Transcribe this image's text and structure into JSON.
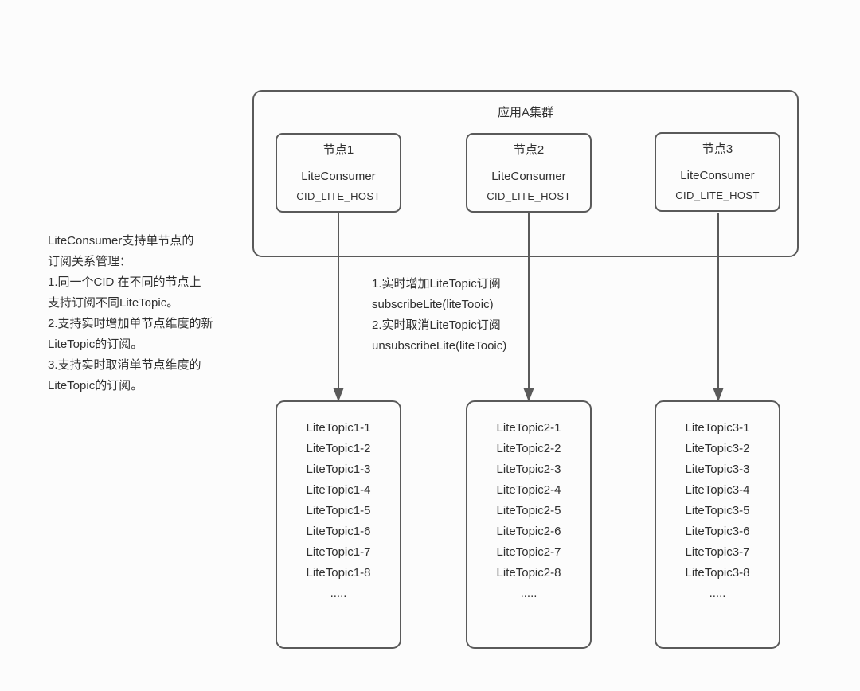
{
  "diagram": {
    "colors": {
      "border": "#5a5a5a",
      "text": "#303030",
      "background": "#fcfcfc"
    },
    "cluster": {
      "title": "应用A集群"
    },
    "nodes": [
      {
        "title": "节点1",
        "consumer": "LiteConsumer",
        "cid": "CID_LITE_HOST"
      },
      {
        "title": "节点2",
        "consumer": "LiteConsumer",
        "cid": "CID_LITE_HOST"
      },
      {
        "title": "节点3",
        "consumer": "LiteConsumer",
        "cid": "CID_LITE_HOST"
      }
    ],
    "side_note": {
      "lines": [
        "LiteConsumer支持单节点的",
        "订阅关系管理：",
        "1.同一个CID 在不同的节点上",
        "支持订阅不同LiteTopic。",
        "2.支持实时增加单节点维度的新",
        "LiteTopic的订阅。",
        "3.支持实时取消单节点维度的",
        "LiteTopic的订阅。"
      ]
    },
    "arrow_note": {
      "lines": [
        "1.实时增加LiteTopic订阅",
        "subscribeLite(liteTooic)",
        "2.实时取消LiteTopic订阅",
        "unsubscribeLite(liteTooic)"
      ]
    },
    "topic_boxes": [
      {
        "topics": [
          "LiteTopic1-1",
          "LiteTopic1-2",
          "LiteTopic1-3",
          "LiteTopic1-4",
          "LiteTopic1-5",
          "LiteTopic1-6",
          "LiteTopic1-7",
          "LiteTopic1-8",
          "....."
        ]
      },
      {
        "topics": [
          "LiteTopic2-1",
          "LiteTopic2-2",
          "LiteTopic2-3",
          "LiteTopic2-4",
          "LiteTopic2-5",
          "LiteTopic2-6",
          "LiteTopic2-7",
          "LiteTopic2-8",
          "....."
        ]
      },
      {
        "topics": [
          "LiteTopic3-1",
          "LiteTopic3-2",
          "LiteTopic3-3",
          "LiteTopic3-4",
          "LiteTopic3-5",
          "LiteTopic3-6",
          "LiteTopic3-7",
          "LiteTopic3-8",
          "....."
        ]
      }
    ]
  }
}
